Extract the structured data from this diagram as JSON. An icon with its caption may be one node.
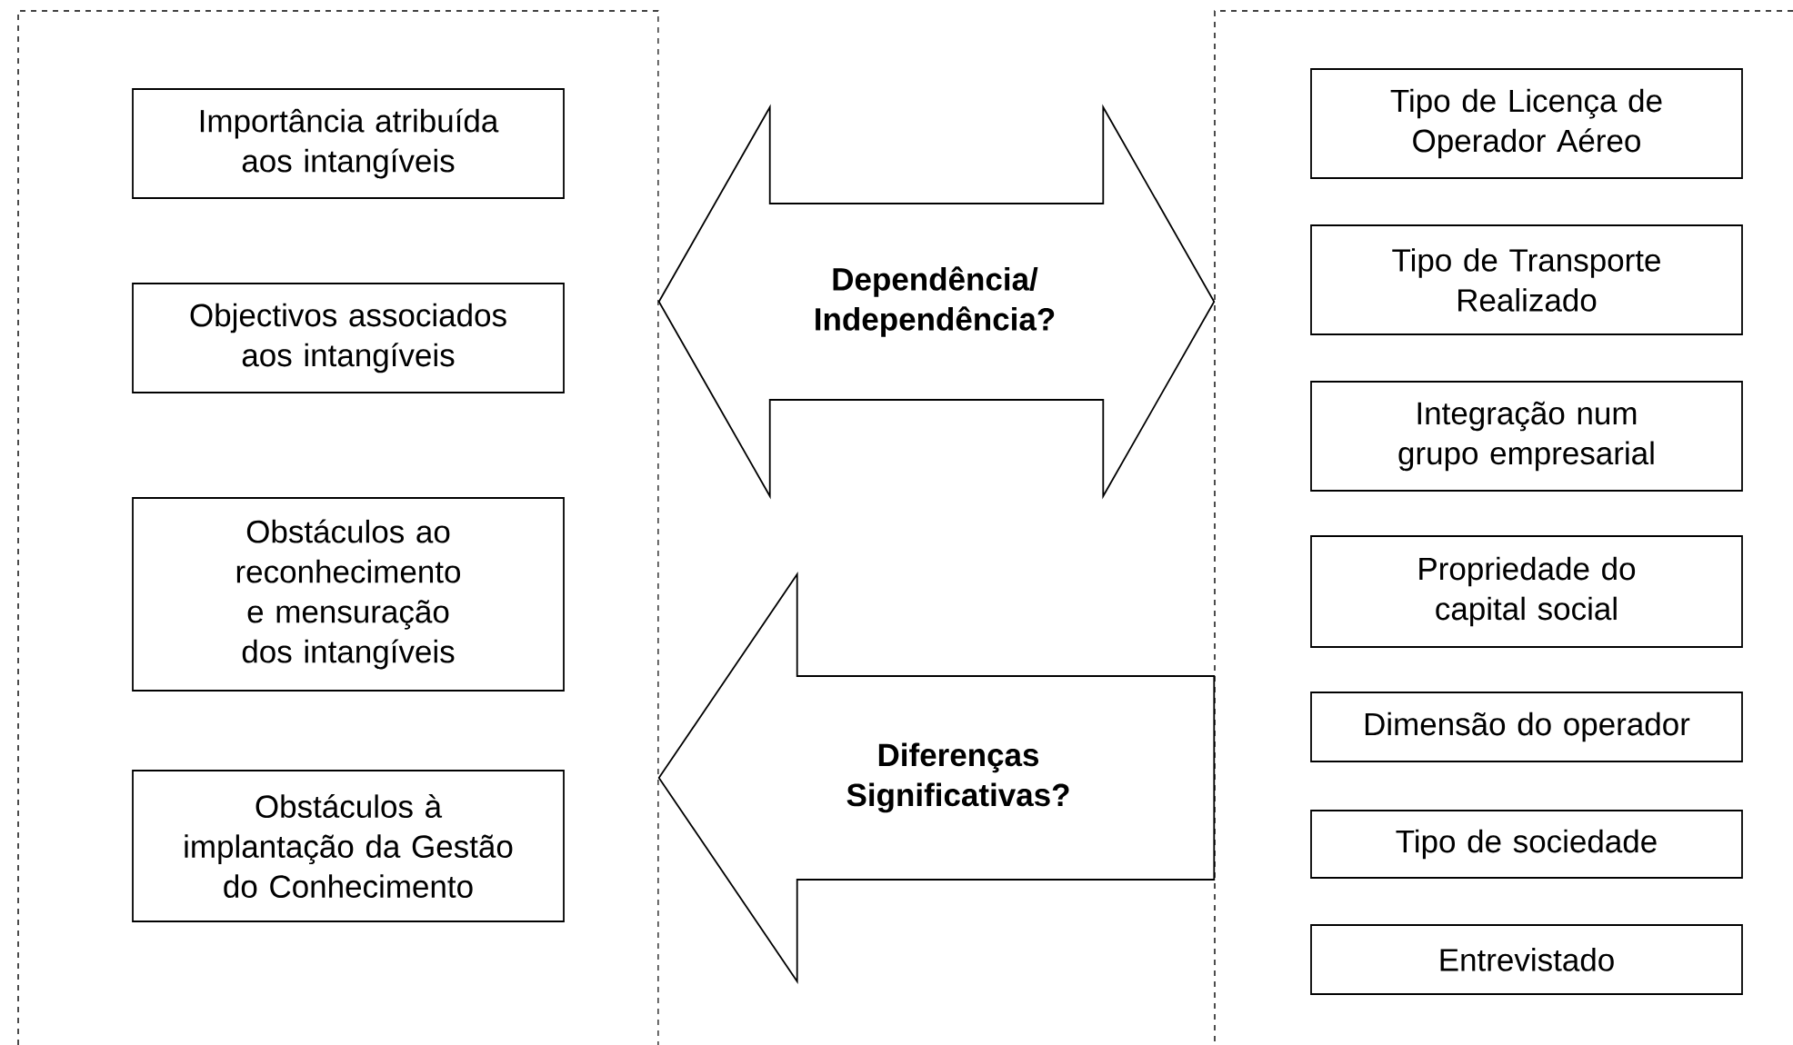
{
  "diagram": {
    "nodes": [
      {
        "text": [],
        "shape": "box"
      },
      {
        "text": [
          "Importância atribuída aos intangíveis"
        ],
        "in": 0
      },
      {
        "text": [
          "Objectivos associados aos intangíveis"
        ],
        "in": 0
      },
      {
        "text": [
          "Obstáculos ao reconhecimento e mensuração dos intangíveis"
        ],
        "in": 0
      },
      {
        "text": [
          "Obstáculos à implantação da Gestão do Conhecimento"
        ],
        "in": 0
      },
      {
        "text": [],
        "shape": "box"
      },
      {
        "text": [
          "Tipo de Licença de Operador Aéreo"
        ],
        "in": 5
      },
      {
        "text": [
          "Tipo de Transporte Realizado"
        ],
        "in": 5
      },
      {
        "text": [
          "Integração num grupo empresarial"
        ],
        "in": 5
      },
      {
        "text": [
          "Propriedade do capital social"
        ],
        "in": 5
      },
      {
        "text": [
          "Dimensão do operador"
        ],
        "in": 5
      },
      {
        "text": [
          "Tipo de sociedade"
        ],
        "in": 5
      },
      {
        "text": [
          "Entrevistado"
        ],
        "in": 5
      }
    ],
    "edges": [
      {
        "from": 0,
        "to": 5,
        "arrow": "both",
        "label": "Dependência/ Independência?"
      },
      {
        "from": 5,
        "to": 0,
        "arrow": "to",
        "label": "Diferenças Significativas?"
      }
    ]
  }
}
